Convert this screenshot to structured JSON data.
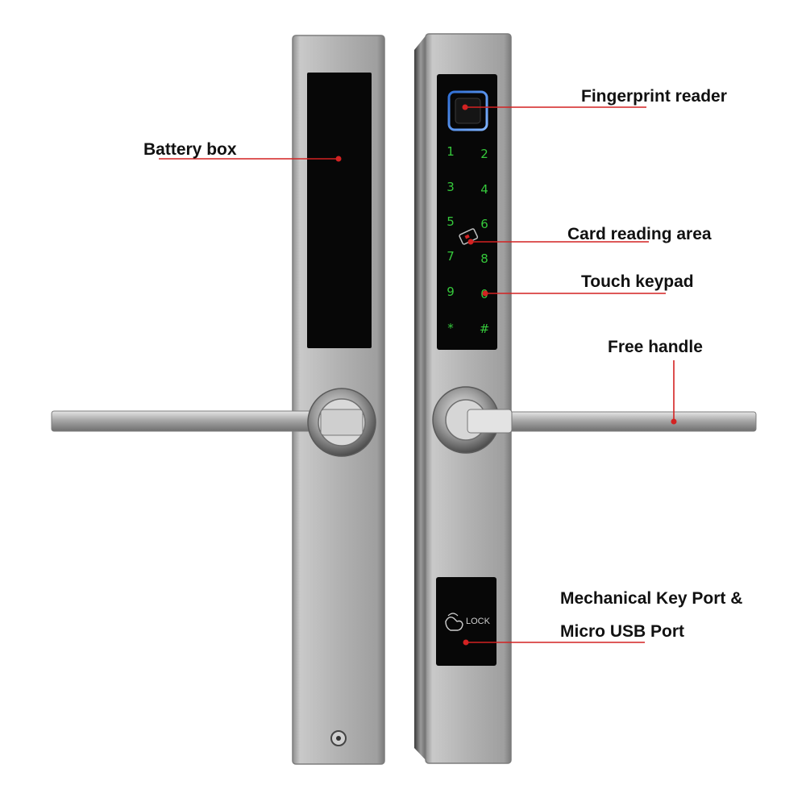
{
  "callouts": {
    "battery_box": "Battery box",
    "fingerprint_reader": "Fingerprint reader",
    "card_reading_area": "Card reading area",
    "touch_keypad": "Touch keypad",
    "free_handle": "Free handle",
    "mechanical_key_port_line1": "Mechanical Key Port &",
    "mechanical_key_port_line2": "Micro USB Port"
  },
  "keypad": {
    "keys": [
      "1",
      "2",
      "3",
      "4",
      "5",
      "6",
      "7",
      "8",
      "9",
      "0",
      "*",
      "#"
    ]
  },
  "lock_panel": {
    "label": "LOCK"
  },
  "colors": {
    "callout_line": "#d32222",
    "callout_dot": "#d32222",
    "keypad_glow": "#35c83b",
    "steel_light": "#d6d6d6",
    "steel_dark": "#8c8c8c",
    "panel_black": "#070707"
  }
}
